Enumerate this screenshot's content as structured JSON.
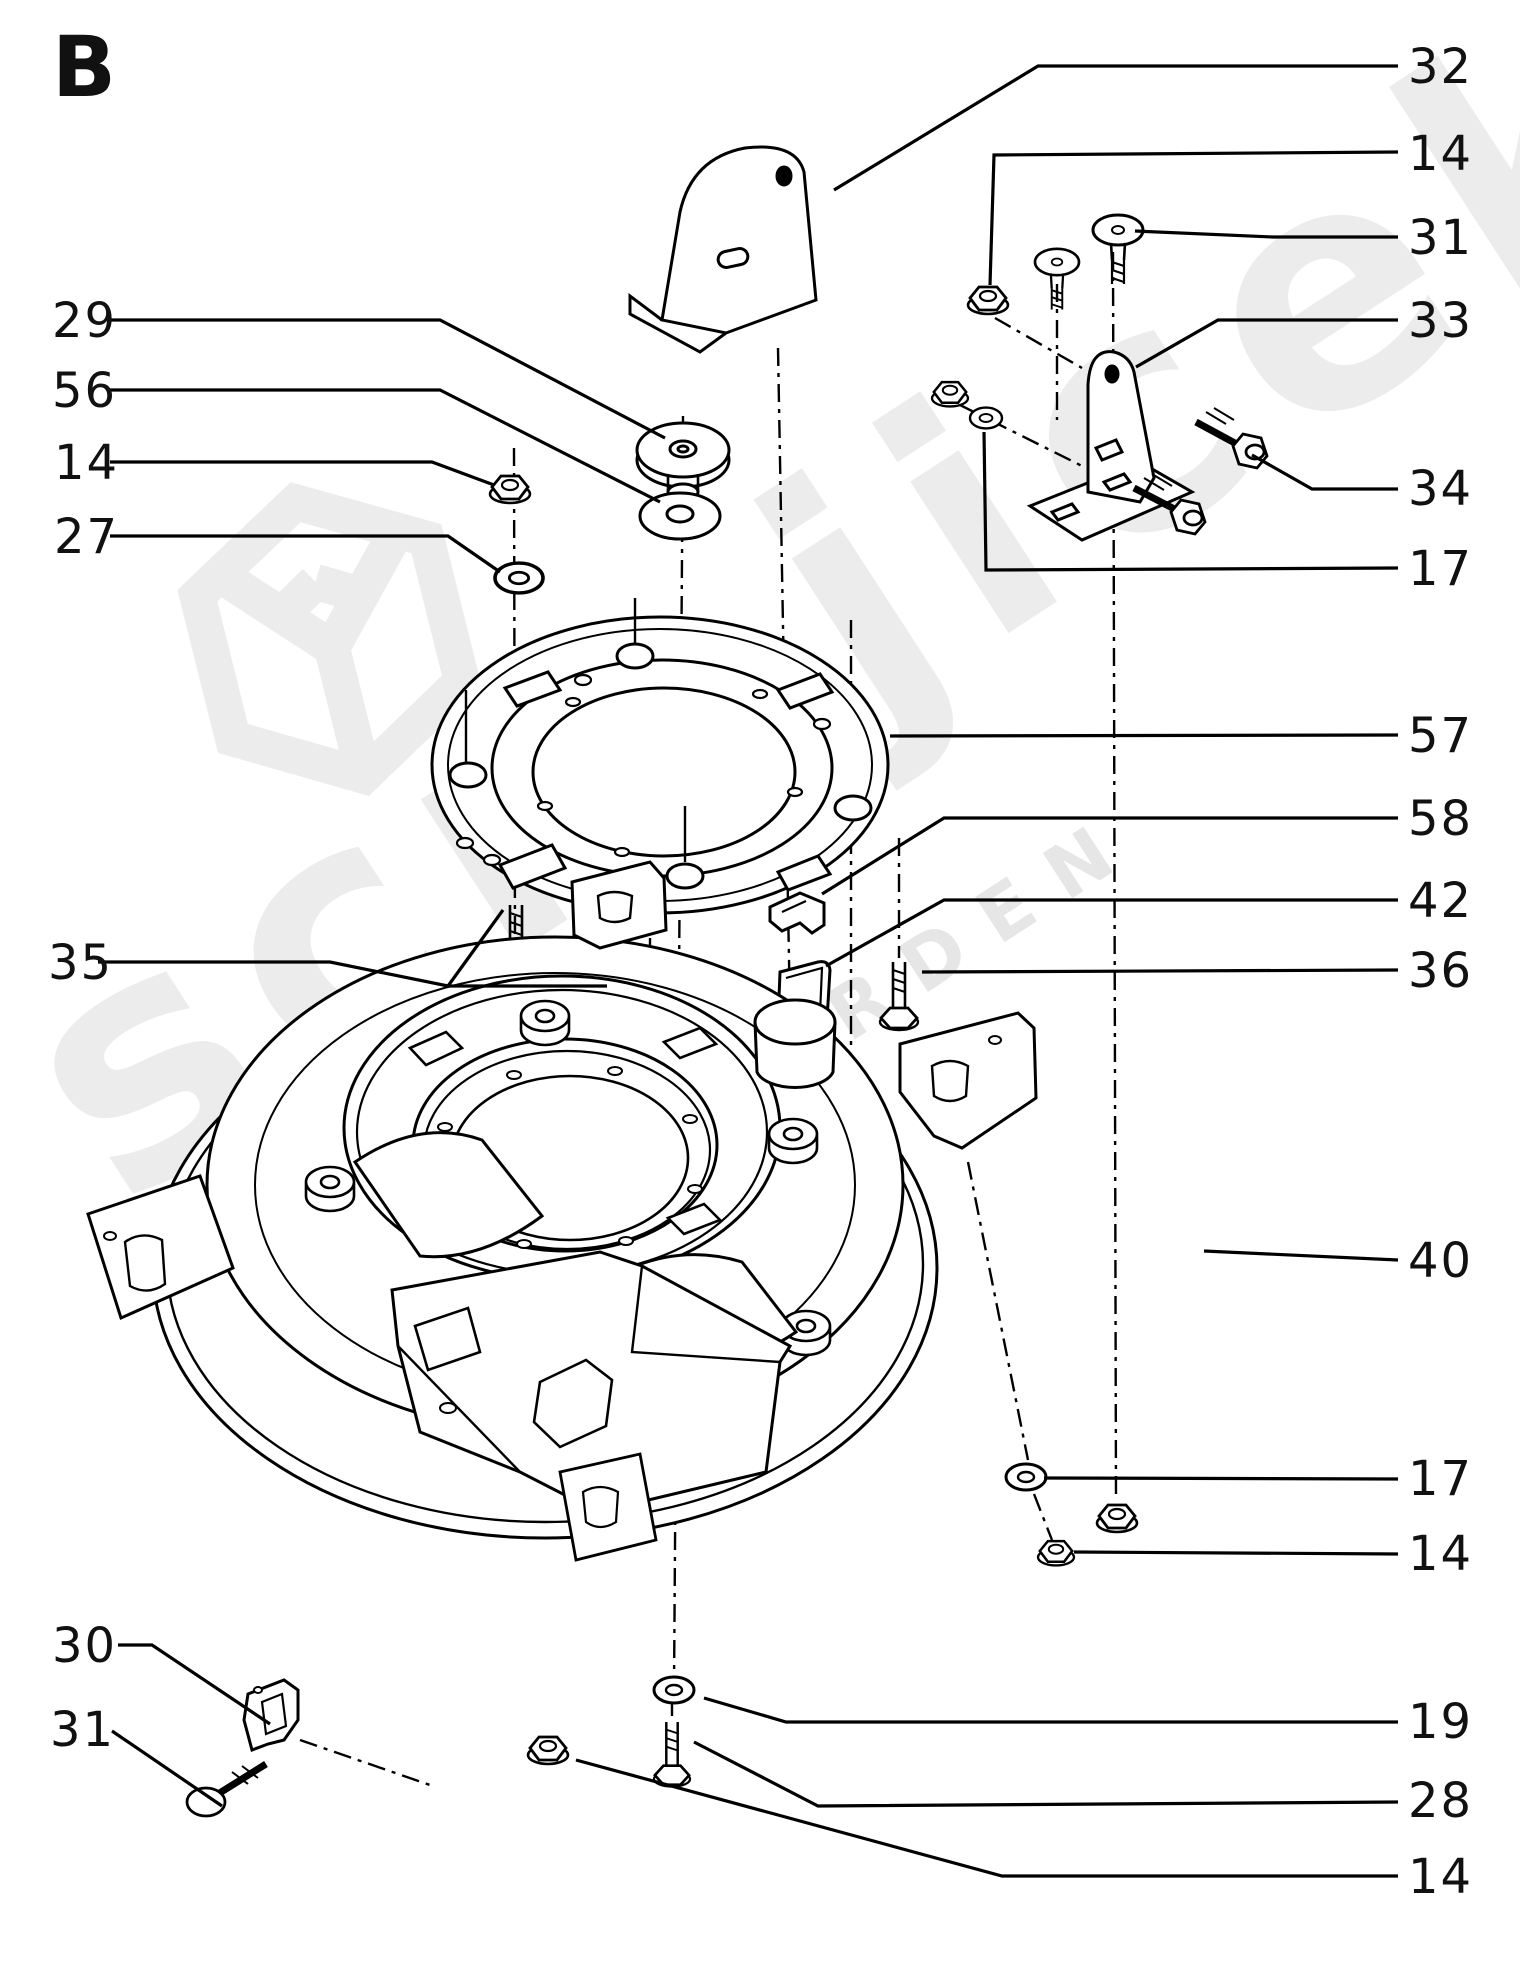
{
  "drawing": {
    "section_letter": "B",
    "background_color": "#ffffff",
    "line_color": "#000000",
    "watermark": {
      "text_large": "screjicek",
      "text_small": "GARDEN",
      "color": "#ececec"
    }
  },
  "callouts": [
    {
      "label": "29",
      "side": "left"
    },
    {
      "label": "56",
      "side": "left"
    },
    {
      "label": "14",
      "side": "left"
    },
    {
      "label": "27",
      "side": "left"
    },
    {
      "label": "35",
      "side": "left"
    },
    {
      "label": "30",
      "side": "left"
    },
    {
      "label": "31",
      "side": "left"
    },
    {
      "label": "32",
      "side": "right"
    },
    {
      "label": "14",
      "side": "right"
    },
    {
      "label": "31",
      "side": "right"
    },
    {
      "label": "33",
      "side": "right"
    },
    {
      "label": "34",
      "side": "right"
    },
    {
      "label": "17",
      "side": "right"
    },
    {
      "label": "57",
      "side": "right"
    },
    {
      "label": "58",
      "side": "right"
    },
    {
      "label": "42",
      "side": "right"
    },
    {
      "label": "36",
      "side": "right"
    },
    {
      "label": "40",
      "side": "right"
    },
    {
      "label": "17",
      "side": "right"
    },
    {
      "label": "14",
      "side": "right"
    },
    {
      "label": "19",
      "side": "right"
    },
    {
      "label": "28",
      "side": "right"
    },
    {
      "label": "14",
      "side": "right"
    }
  ]
}
